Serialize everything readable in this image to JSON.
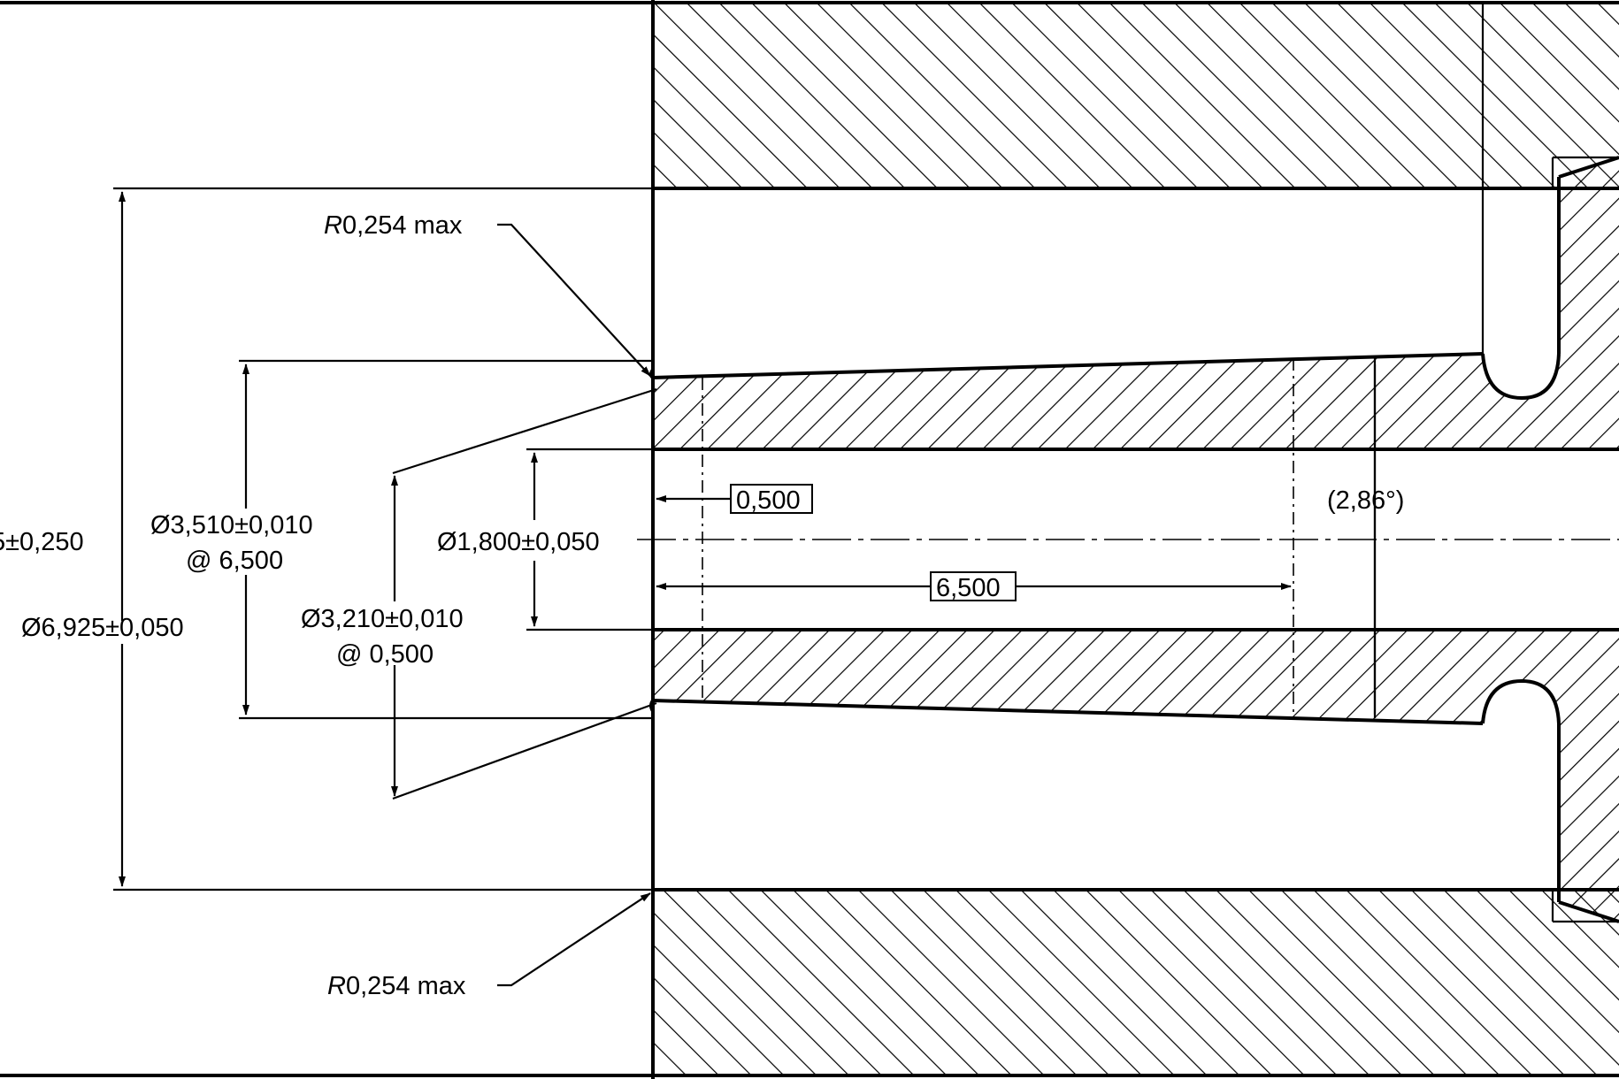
{
  "drawing": {
    "dimensions": {
      "outer_diameter": "Ø6,925±0,050",
      "left_clipped_dim": "5±0,250",
      "bore_large": {
        "value": "Ø3,510±0,010",
        "at": "@ 6,500"
      },
      "bore_small": {
        "value": "Ø3,210±0,010",
        "at": "@ 0,500"
      },
      "inner_bore": "Ø1,800±0,050",
      "basic_short": "0,500",
      "basic_long": "6,500",
      "taper_angle": "(2,86°)"
    },
    "notes": {
      "radius_top": {
        "prefix": "R",
        "text": "0,254 max"
      },
      "radius_bottom": {
        "prefix": "R",
        "text": "0,254 max"
      }
    }
  }
}
